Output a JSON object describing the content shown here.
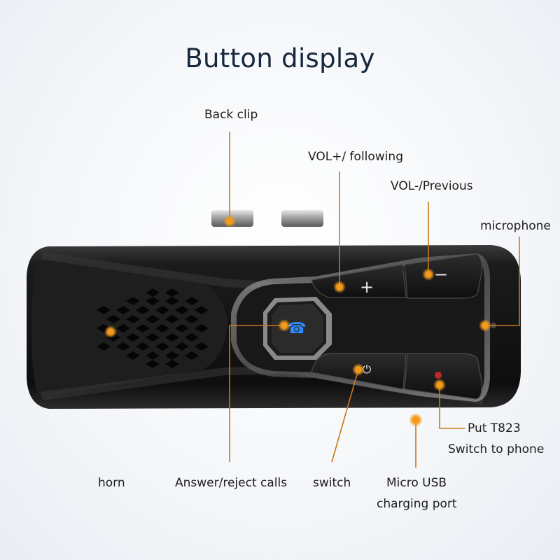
{
  "title": "Button display",
  "device": {
    "plus_symbol": "+",
    "minus_symbol": "−",
    "power_symbol": "⏻",
    "icons": [
      "phone-icon",
      "power-icon",
      "speaker-grille"
    ]
  },
  "labels": {
    "back_clip": "Back clip",
    "vol_plus": "VOL+/ following",
    "vol_minus": "VOL-/Previous",
    "microphone": "microphone",
    "put_model": "Put T823",
    "switch_to_phone": "Switch to phone",
    "horn": "horn",
    "answer_reject": "Answer/reject calls",
    "switch": "switch",
    "micro_usb": "Micro USB",
    "charging_port": "charging port"
  },
  "colors": {
    "marker": "#f39a1c",
    "callout_line": "#c9761a",
    "device_body": "#151515",
    "led_blue": "#2b8cff",
    "led_red": "#c0292b",
    "title": "#16283d"
  }
}
